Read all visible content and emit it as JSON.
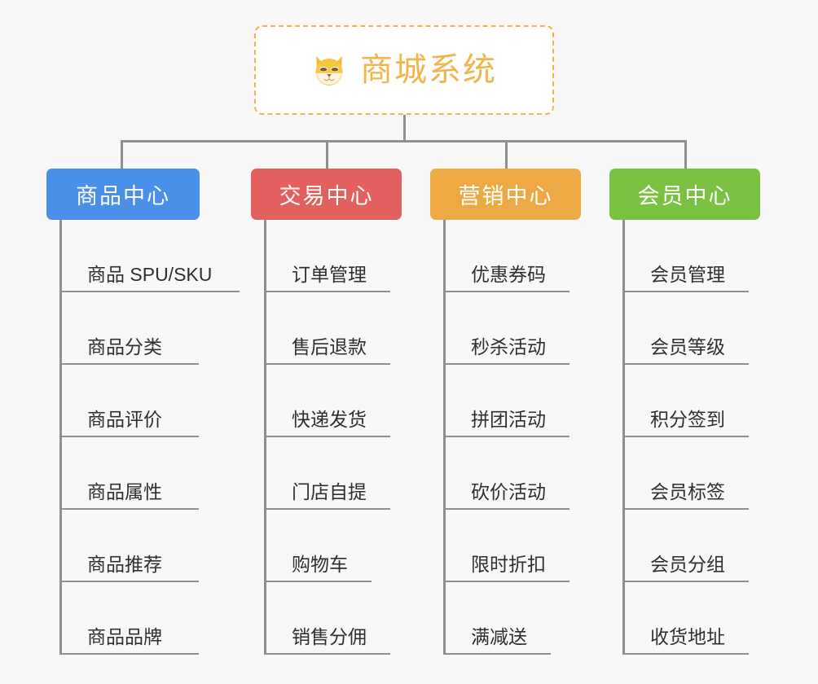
{
  "page": {
    "background_color": "#f8f8f8",
    "type": "mindmap"
  },
  "root": {
    "title": "商城系统",
    "icon": "dog-face-icon",
    "border_color": "#efb44b",
    "text_color": "#f0b64c",
    "background_color": "#ffffff"
  },
  "connector": {
    "color": "#8f8f8f"
  },
  "branches": [
    {
      "label": "商品中心",
      "color": "#4a90e8",
      "items": [
        "商品 SPU/SKU",
        "商品分类",
        "商品评价",
        "商品属性",
        "商品推荐",
        "商品品牌"
      ]
    },
    {
      "label": "交易中心",
      "color": "#e2605e",
      "items": [
        "订单管理",
        "售后退款",
        "快递发货",
        "门店自提",
        "购物车",
        "销售分佣"
      ]
    },
    {
      "label": "营销中心",
      "color": "#edaa44",
      "items": [
        "优惠券码",
        "秒杀活动",
        "拼团活动",
        "砍价活动",
        "限时折扣",
        "满减送"
      ]
    },
    {
      "label": "会员中心",
      "color": "#7ac143",
      "items": [
        "会员管理",
        "会员等级",
        "积分签到",
        "会员标签",
        "会员分组",
        "收货地址"
      ]
    }
  ]
}
